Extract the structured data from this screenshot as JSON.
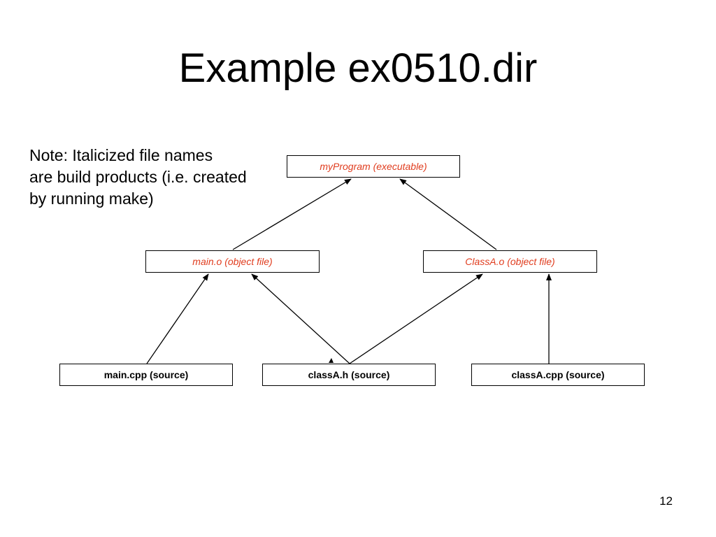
{
  "title": "Example ex0510.dir",
  "note": {
    "lines": [
      "Note: Italicized file names",
      "are build products (i.e. created",
      "by running make)"
    ]
  },
  "colors": {
    "build_product_text": "#E03C1E",
    "source_text": "#000000",
    "border": "#000000"
  },
  "nodes": {
    "myprogram": {
      "label": "myProgram (executable)",
      "kind": "build-product"
    },
    "main_o": {
      "label": "main.o (object file)",
      "kind": "build-product"
    },
    "classa_o": {
      "label": "ClassA.o (object file)",
      "kind": "build-product"
    },
    "main_cpp": {
      "label": "main.cpp (source)",
      "kind": "source"
    },
    "classa_h": {
      "label": "classA.h (source)",
      "kind": "source"
    },
    "classa_cpp": {
      "label": "classA.cpp (source)",
      "kind": "source"
    }
  },
  "edges": [
    {
      "from": "main_o",
      "to": "myprogram"
    },
    {
      "from": "classa_o",
      "to": "myprogram"
    },
    {
      "from": "main_cpp",
      "to": "main_o"
    },
    {
      "from": "classa_h",
      "to": "main_o"
    },
    {
      "from": "classa_h",
      "to": "classa_o"
    },
    {
      "from": "classa_cpp",
      "to": "classa_o"
    }
  ],
  "page_number": "12"
}
